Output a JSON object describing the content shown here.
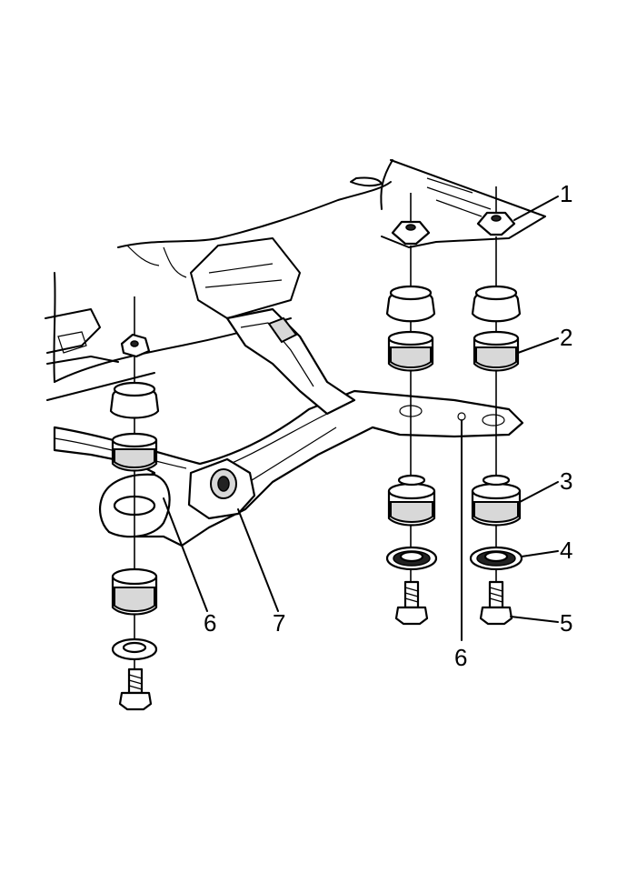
{
  "callouts": {
    "c1": "1",
    "c2": "2",
    "c3": "3",
    "c4": "4",
    "c5": "5",
    "c6_left": "6",
    "c6_right": "6",
    "c7": "7"
  },
  "colors": {
    "ink": "#000000",
    "paper": "#ffffff",
    "shade": "#d8d8d8"
  }
}
